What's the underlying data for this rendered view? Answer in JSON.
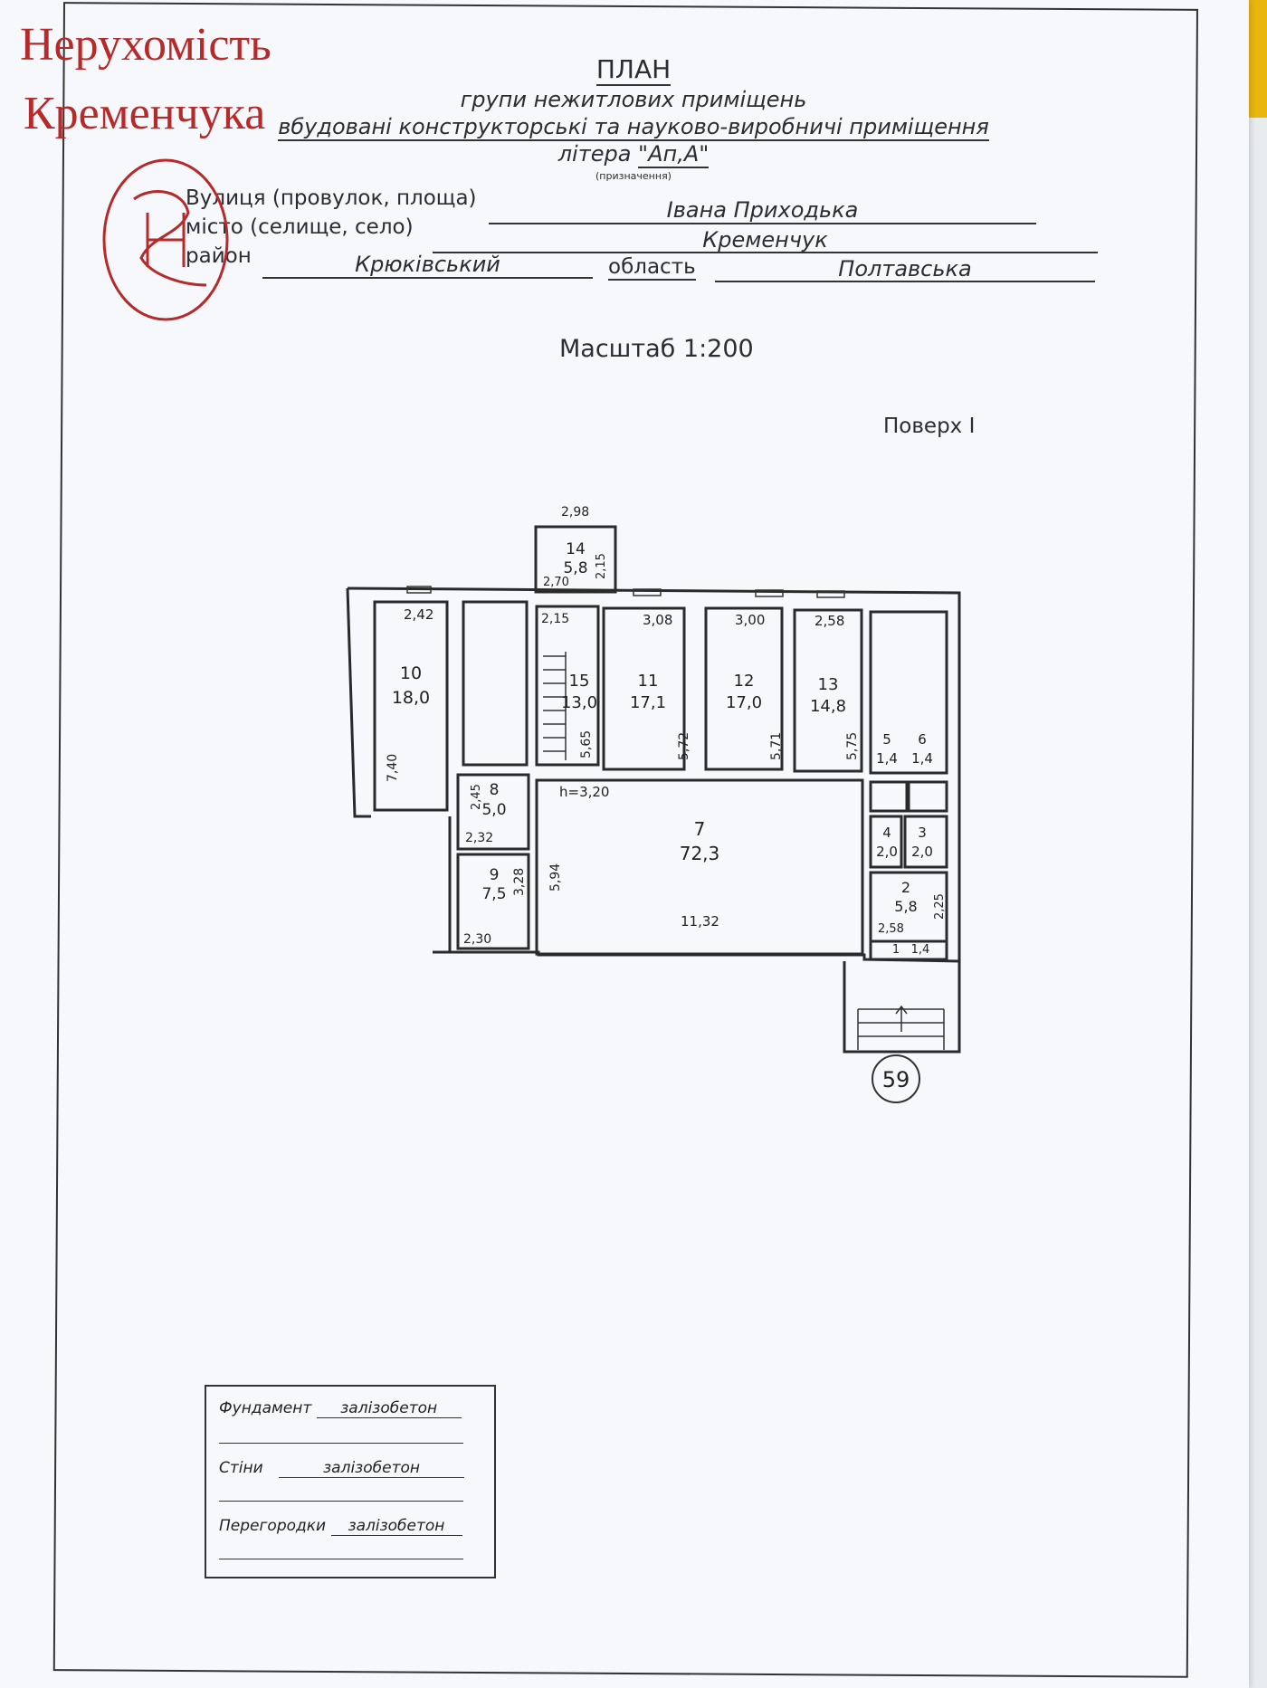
{
  "watermark": {
    "line1": "Нерухомість",
    "line2": "Кременчука",
    "color": "#b52a2a",
    "monogram": "НК"
  },
  "header": {
    "title": "ПЛАН",
    "subtitle": "групи нежитлових приміщень",
    "purpose": "вбудовані конструкторські та науково-виробничі приміщення",
    "letter_prefix": "літера",
    "letter_value": "\"Ап,А\"",
    "purpose_caption": "(призначення)"
  },
  "address": {
    "street_label": "Вулиця (провулок, площа)",
    "street_value": "Івана Приходька",
    "city_label": "місто (селище, село)",
    "city_value": "Кременчук",
    "district_label": "район",
    "district_value": "Крюківський",
    "region_label": "область",
    "region_value": "Полтавська"
  },
  "scale": "Масштаб 1:200",
  "floor": "Поверх І",
  "plan": {
    "ceiling_height": "h=3,20",
    "building_number": "59",
    "rooms": [
      {
        "id": "1",
        "area": "1,4"
      },
      {
        "id": "2",
        "area": "5,8"
      },
      {
        "id": "3",
        "area": "2,0"
      },
      {
        "id": "4",
        "area": "2,0"
      },
      {
        "id": "5",
        "area": "1,4"
      },
      {
        "id": "6",
        "area": "1,4"
      },
      {
        "id": "7",
        "area": "72,3"
      },
      {
        "id": "8",
        "area": "5,0"
      },
      {
        "id": "9",
        "area": "7,5"
      },
      {
        "id": "10",
        "area": "18,0"
      },
      {
        "id": "11",
        "area": "17,1"
      },
      {
        "id": "12",
        "area": "17,0"
      },
      {
        "id": "13",
        "area": "14,8"
      },
      {
        "id": "14",
        "area": "5,8"
      },
      {
        "id": "15",
        "area": "13,0"
      }
    ],
    "dimensions": {
      "d_298": "2,98",
      "d_215a": "2,15",
      "d_270": "2,70",
      "d_242": "2,42",
      "d_215b": "2,15",
      "d_308": "3,08",
      "d_300": "3,00",
      "d_258a": "2,58",
      "d_565": "5,65",
      "d_572": "5,72",
      "d_571": "5,71",
      "d_575": "5,75",
      "d_740": "7,40",
      "d_245": "2,45",
      "d_232": "2,32",
      "d_328": "3,28",
      "d_230": "2,30",
      "d_594": "5,94",
      "d_1132": "11,32",
      "d_225": "2,25",
      "d_258b": "2,58"
    }
  },
  "materials": {
    "foundation_label": "Фундамент",
    "foundation_value": "залізобетон",
    "walls_label": "Стіни",
    "walls_value": "залізобетон",
    "partitions_label": "Перегородки",
    "partitions_value": "залізобетон"
  }
}
